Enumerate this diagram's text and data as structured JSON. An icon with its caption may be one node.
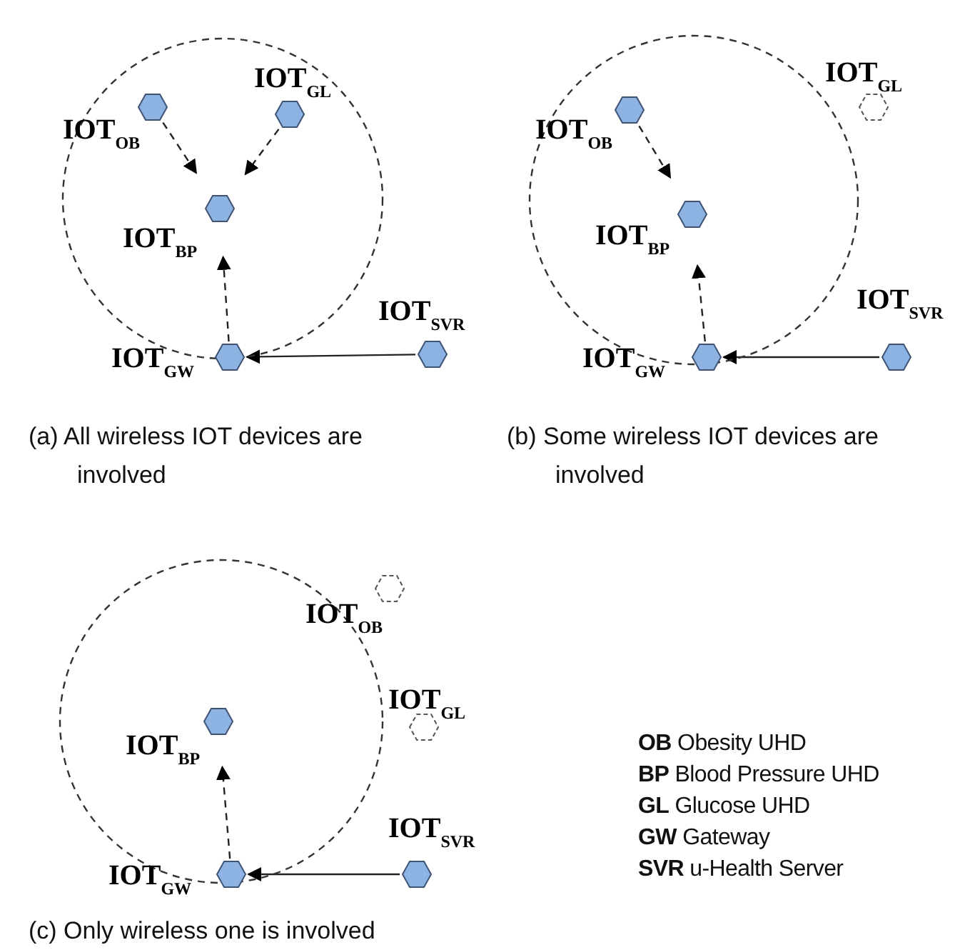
{
  "diagram": {
    "nodes": [
      {
        "text": [],
        "shape": "circle"
      },
      {
        "text": [
          "IOT$_{OB}$"
        ],
        "in": 0
      },
      {
        "text": [
          "IOT$_{GL}$"
        ],
        "in": 0
      },
      {
        "text": [
          "IOT$_{BP}$"
        ],
        "in": 0
      },
      {
        "text": [
          "IOT$_{GW}$"
        ]
      },
      {
        "text": [
          "IOT$_{SVR}$"
        ]
      },
      {
        "text": [],
        "shape": "circle"
      },
      {
        "text": [
          "IOT$_{OB}$"
        ],
        "in": 6
      },
      {
        "text": [
          "IOT$_{GL}$"
        ]
      },
      {
        "text": [
          "IOT$_{BP}$"
        ],
        "in": 6
      },
      {
        "text": [
          "IOT$_{GW}$"
        ]
      },
      {
        "text": [
          "IOT$_{SVR}$"
        ]
      },
      {
        "text": [],
        "shape": "circle"
      },
      {
        "text": [
          "IOT$_{OB}$"
        ]
      },
      {
        "text": [
          "IOT$_{GL}$"
        ]
      },
      {
        "text": [
          "IOT$_{BP}$"
        ],
        "in": 12
      },
      {
        "text": [
          "IOT$_{GW}$"
        ]
      },
      {
        "text": [
          "IOT$_{SVR}$"
        ]
      }
    ],
    "edges": [
      {
        "from": 1,
        "to": 3,
        "arrow": "to",
        "style": "dashed"
      },
      {
        "from": 2,
        "to": 3,
        "arrow": "to",
        "style": "dashed"
      },
      {
        "from": 4,
        "to": 3,
        "arrow": "to",
        "style": "dashed"
      },
      {
        "from": 5,
        "to": 4,
        "arrow": "to"
      },
      {
        "from": 7,
        "to": 9,
        "arrow": "to",
        "style": "dashed"
      },
      {
        "from": 10,
        "to": 9,
        "arrow": "to",
        "style": "dashed"
      },
      {
        "from": 11,
        "to": 10,
        "arrow": "to"
      },
      {
        "from": 16,
        "to": 15,
        "arrow": "to",
        "style": "dashed"
      },
      {
        "from": 17,
        "to": 16,
        "arrow": "to"
      }
    ],
    "labels": [
      "(a) All wireless IOT devices are involved",
      "(b) Some wireless IOT devices are involved",
      "(c) Only wireless one is involved",
      "**OB** Obesity UHD",
      "**BP** Blood Pressure UHD",
      "**GL** Glucose UHD",
      "**GW** Gateway",
      "**SVR** u-Health Server"
    ]
  }
}
